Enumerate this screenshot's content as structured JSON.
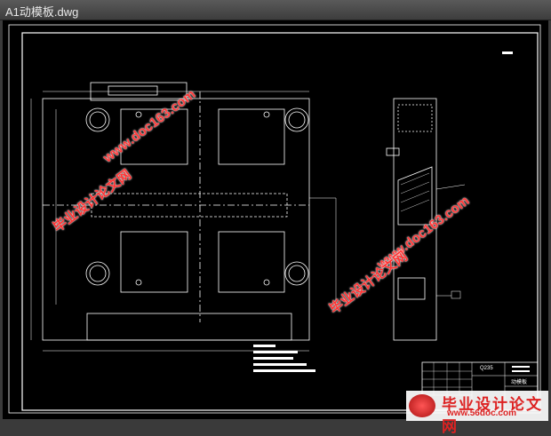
{
  "window": {
    "title": "A1动模板.dwg"
  },
  "drawing": {
    "material": "Q235",
    "part_name": "动模板"
  },
  "watermarks": {
    "site_name": "毕业设计论文网",
    "url": "www.doc163.com"
  },
  "footer_logo": {
    "site_name": "毕业设计论文网",
    "url": "www.56doc.com"
  },
  "colors": {
    "background": "#000000",
    "lines": "#ffffff",
    "watermark": "#ff3333"
  }
}
